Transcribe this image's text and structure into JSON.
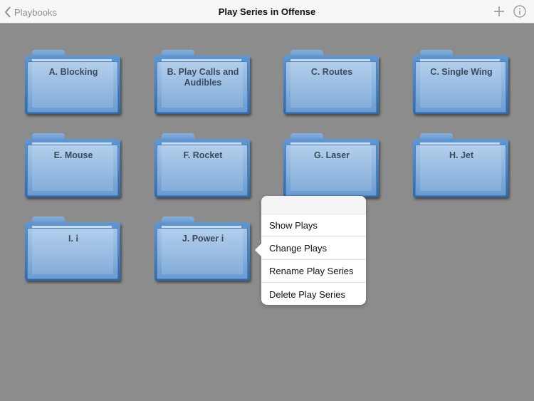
{
  "navbar": {
    "back_label": "Playbooks",
    "title": "Play Series in Offense",
    "back_icon": "chevron-left-icon",
    "add_icon": "plus-icon",
    "info_icon": "info-icon"
  },
  "folders": [
    {
      "label": "A. Blocking"
    },
    {
      "label": "B. Play Calls and Audibles"
    },
    {
      "label": "C. Routes"
    },
    {
      "label": "C. Single Wing"
    },
    {
      "label": "E. Mouse"
    },
    {
      "label": "F. Rocket"
    },
    {
      "label": "G. Laser"
    },
    {
      "label": "H. Jet"
    },
    {
      "label": "I. i"
    },
    {
      "label": "J. Power i"
    }
  ],
  "popover": {
    "items": [
      {
        "label": "Show Plays"
      },
      {
        "label": "Change Plays"
      },
      {
        "label": "Rename Play Series"
      },
      {
        "label": "Delete Play Series"
      }
    ]
  },
  "colors": {
    "background": "#8c8c8c",
    "folder_blue": "#5f97d1",
    "navbar": "#f7f7f7"
  }
}
